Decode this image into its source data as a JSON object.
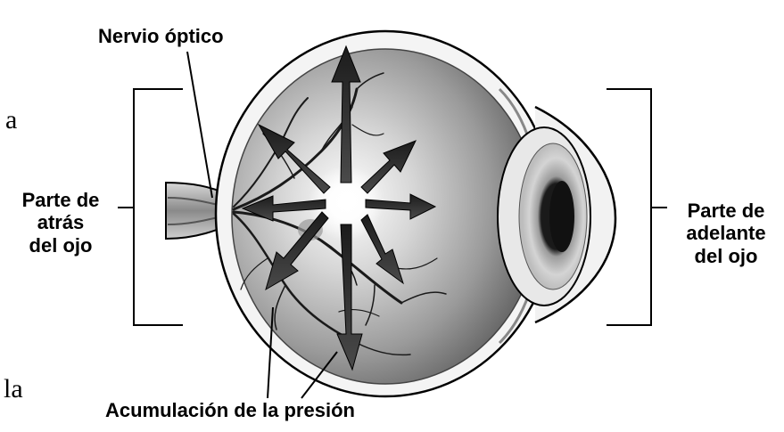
{
  "labels": {
    "optic_nerve": "Nervio óptico",
    "back_line1": "Parte de",
    "back_line2": "atrás",
    "back_line3": "del ojo",
    "front_line1": "Parte de",
    "front_line2": "adelante",
    "front_line3": "del ojo",
    "pressure": "Acumulación de la presión"
  },
  "cropped_text": {
    "left_top": "a",
    "left_bottom": "la"
  }
}
